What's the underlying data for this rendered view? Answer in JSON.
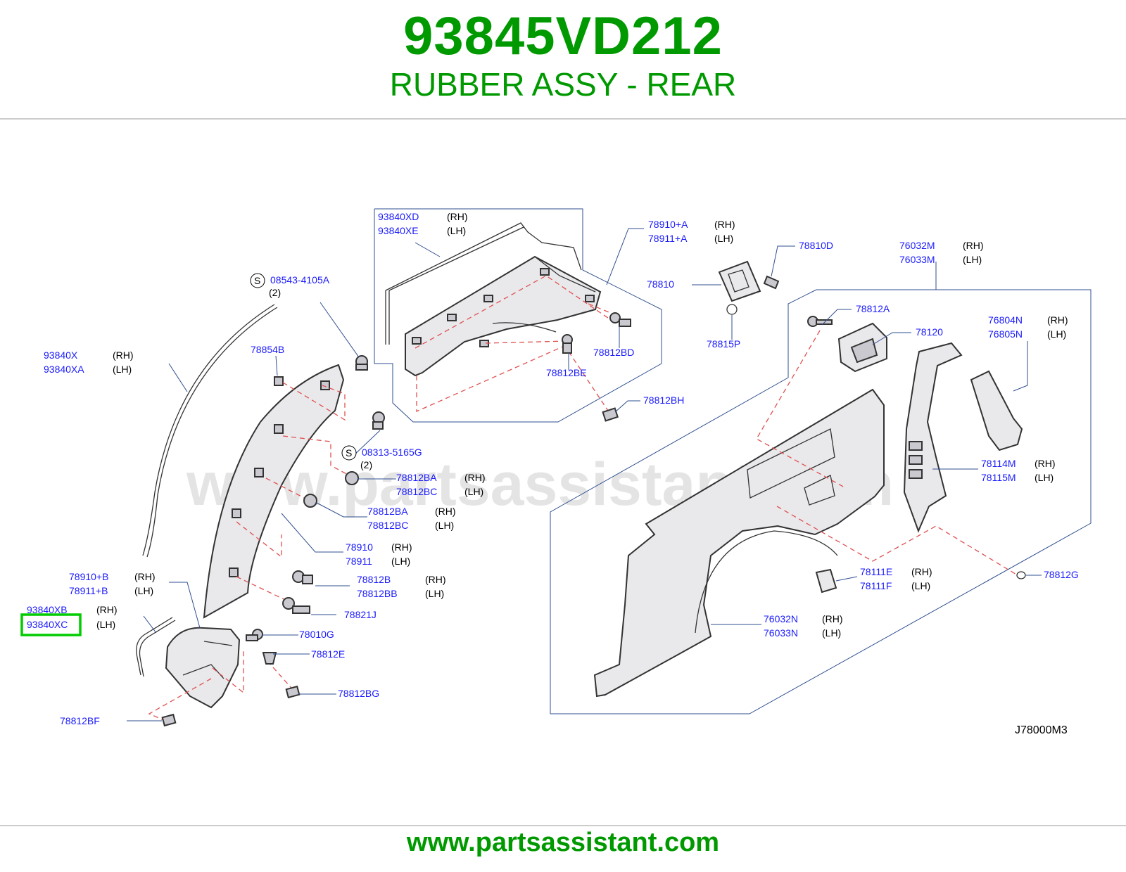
{
  "header": {
    "part_number": "93845VD212",
    "part_name": "RUBBER ASSY - REAR",
    "title_color": "#009900"
  },
  "diagram": {
    "watermark": "www.partsassistant.com",
    "code": "J78000M3",
    "highlight_color": "#00cc00",
    "labels": {
      "l1_rh": "93840XD",
      "l1_lh": "93840XE",
      "l2_rh": "78910+A",
      "l2_lh": "78911+A",
      "l3": "78810D",
      "l4_rh": "76032M",
      "l4_lh": "76033M",
      "l5": "78810",
      "l6": "08543-4105A",
      "l6_qty": "(2)",
      "l7": "78812A",
      "l8": "78120",
      "l9_rh": "76804N",
      "l9_lh": "76805N",
      "l10": "78812BD",
      "l11": "78815P",
      "l12_rh": "93840X",
      "l12_lh": "93840XA",
      "l13": "78854B",
      "l14": "78812BE",
      "l15": "78812BH",
      "l16": "08313-5165G",
      "l16_qty": "(2)",
      "l17_rh": "78812BA",
      "l17_lh": "78812BC",
      "l18_rh": "78812BA",
      "l18_lh": "78812BC",
      "l19_rh": "78114M",
      "l19_lh": "78115M",
      "l20_rh": "78910",
      "l20_lh": "78911",
      "l21_rh": "78910+B",
      "l21_lh": "78911+B",
      "l22_rh": "78812B",
      "l22_lh": "78812BB",
      "l23_rh": "78111E",
      "l23_lh": "78111F",
      "l24": "78812G",
      "l25_rh": "93840XB",
      "l25_lh": "93840XC",
      "l26": "78821J",
      "l27_rh": "76032N",
      "l27_lh": "76033N",
      "l28": "78010G",
      "l29": "78812E",
      "l30": "78812BG",
      "l31": "78812BF",
      "rh": "(RH)",
      "lh": "(LH)",
      "s_mark": "S"
    }
  },
  "footer": {
    "url": "www.partsassistant.com",
    "url_color": "#009900"
  }
}
